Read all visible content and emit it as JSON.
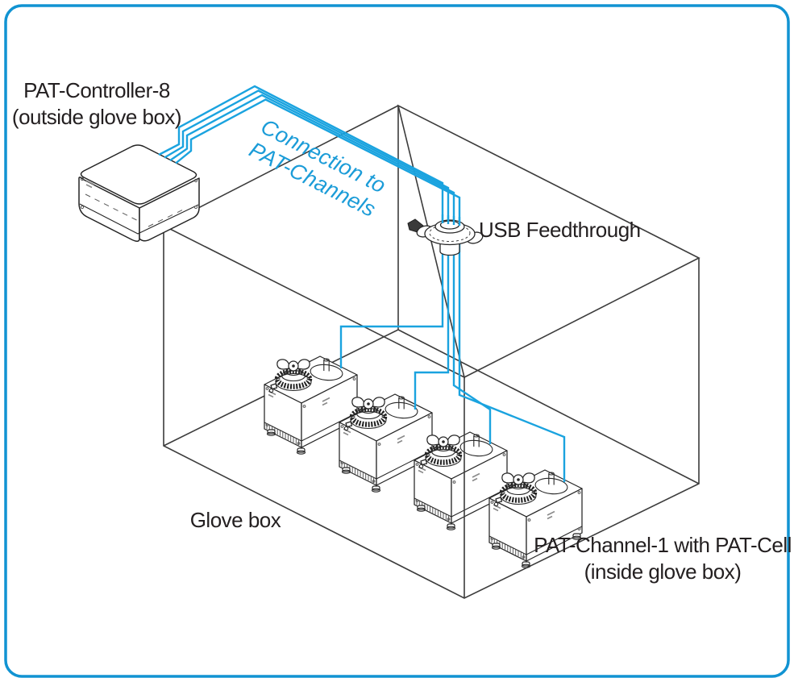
{
  "figure": {
    "controller_label": {
      "line1": "PAT-Controller-8",
      "line2": "(outside glove box)"
    },
    "connection_label": {
      "line1": "Connection to",
      "line2": "PAT-Channels"
    },
    "feedthrough_label": "USB Feedthrough",
    "glove_box_label": "Glove box",
    "channel_label": {
      "line1": "PAT-Channel-1 with PAT-Cell",
      "line2": "(inside glove box)"
    },
    "pat_channel_count": 4,
    "cable_count": 4,
    "colors": {
      "cable_blue": "#1AA3DF",
      "frame_blue": "#1193D2",
      "label_blue": "#1B9CD8",
      "artwork_line": "#3C3C3C",
      "text": "#231F20"
    }
  }
}
